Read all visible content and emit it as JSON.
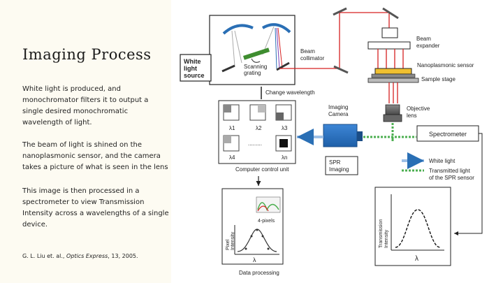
{
  "slide": {
    "title": "Imaging Process",
    "paragraphs": [
      "White light is produced, and monochromator filters it to output a single desired monochromatic wavelength of light.",
      "The beam of light is shined on the nanoplasmonic sensor, and the camera takes a picture of what is seen in the lens",
      "This image is then processed in a spectrometer to view Transmission Intensity across a wavelengths of a single device."
    ],
    "citation": {
      "prefix": "G. L. Liu et. al., ",
      "journal": "Optics Express",
      "suffix": ", 13, 2005."
    }
  },
  "diagram": {
    "white_light_source": [
      "White",
      "light",
      "source"
    ],
    "scanning_grating": [
      "Scanning",
      "grating"
    ],
    "beam_collimator": [
      "Beam",
      "collimator"
    ],
    "beam_expander": [
      "Beam",
      "expander"
    ],
    "nanoplasmonic_sensor": "Nanoplasmonic sensor",
    "sample_stage": "Sample stage",
    "change_wavelength": "Change wavelength",
    "imaging_camera": [
      "Imaging",
      "Camera"
    ],
    "objective_lens": [
      "Objective",
      "lens"
    ],
    "spectrometer": "Spectrometer",
    "spr_imaging": [
      "SPR",
      "Imaging"
    ],
    "computer_control_unit": "Computer control unit",
    "legend_white_light": "White light",
    "legend_transmitted": [
      "Transmitted light",
      "of the SPR sensor"
    ],
    "lambda_labels": [
      "λ1",
      "λ2",
      "λ3",
      "λ4",
      "λn"
    ],
    "dots": ".........",
    "four_pixels": "4-pixels",
    "pixel_intensity": [
      "Pixel",
      "Intensity"
    ],
    "lambda": "λ",
    "data_processing": "Data processing",
    "transmission_intensity": [
      "Transmission",
      "Intensity"
    ],
    "colors": {
      "red": "#d62020",
      "green": "#4caf50",
      "blue": "#2a6fb5",
      "arrow_blue": "#9ec0e6"
    }
  }
}
